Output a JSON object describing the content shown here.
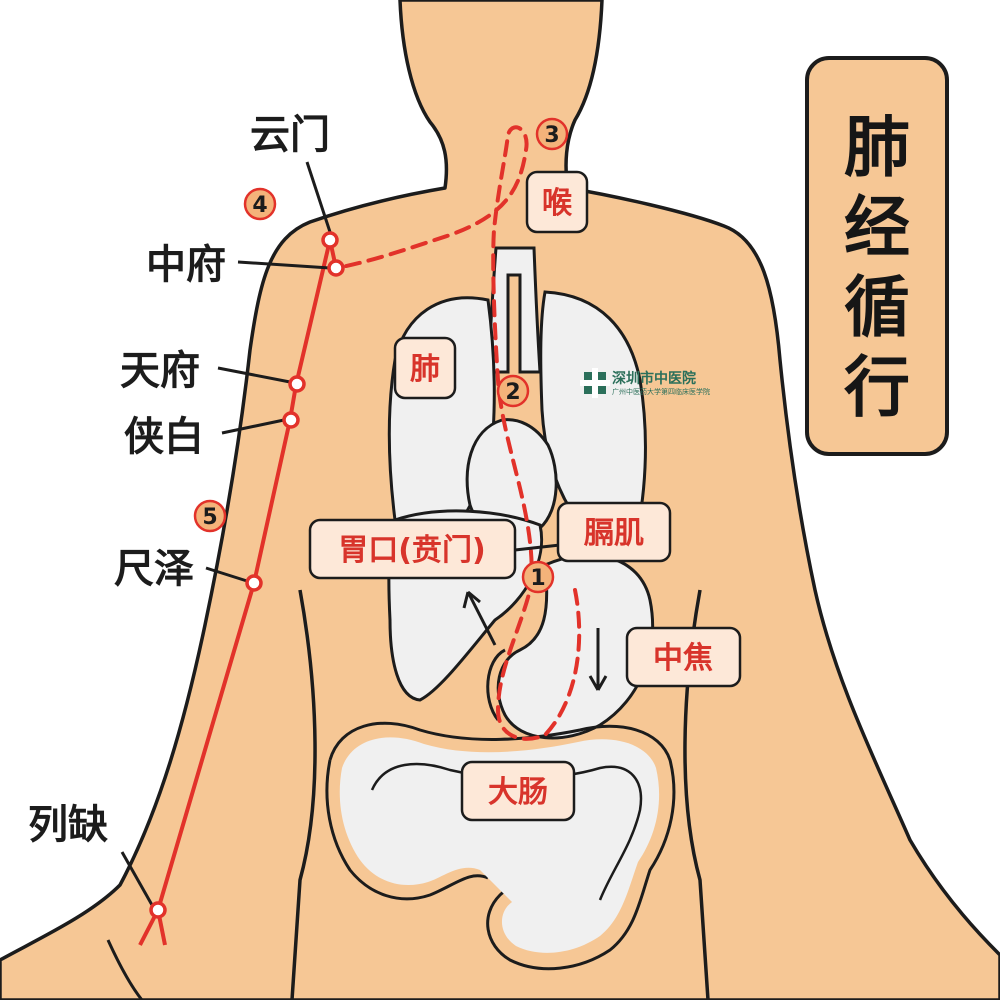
{
  "title": "肺经循行",
  "acupoints": {
    "yunmen": "云门",
    "zhongfu": "中府",
    "tianfu": "天府",
    "xiabai": "侠白",
    "chize": "尺泽",
    "lieque": "列缺"
  },
  "organs": {
    "hou": "喉",
    "fei": "肺",
    "gekou": "胃口(贲门)",
    "geji": "膈肌",
    "zhongjiao": "中焦",
    "dachang": "大肠"
  },
  "steps": [
    "1",
    "2",
    "3",
    "4",
    "5"
  ],
  "logo": {
    "name": "深圳市中医院",
    "sub": "广州中医药大学第四临床医学院"
  },
  "colors": {
    "skin": "#f6c795",
    "organ_fill": "#f0f0f0",
    "meridian": "#e2322a",
    "step_badge": "#f4b37a",
    "label_bg": "#fde8d8",
    "outline": "#1c1c1c"
  }
}
